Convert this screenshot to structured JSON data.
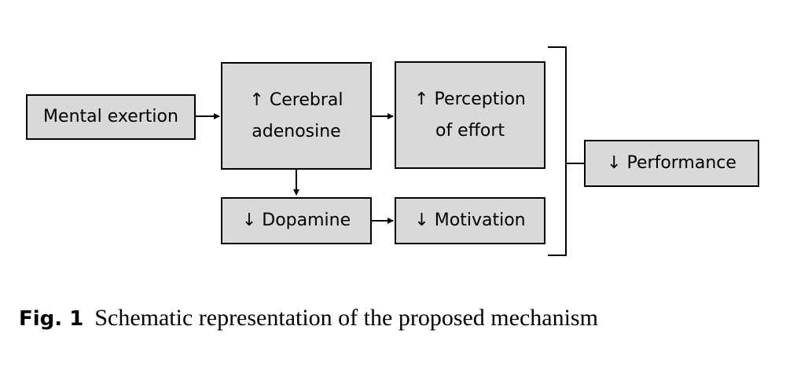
{
  "diagram": {
    "nodes": {
      "mental_exertion": "Mental exertion",
      "cerebral_adenosine_line1": "↑ Cerebral",
      "cerebral_adenosine_line2": "adenosine",
      "perception_line1": "↑ Perception",
      "perception_line2": "of effort",
      "dopamine": "↓ Dopamine",
      "motivation": "↓ Motivation",
      "performance": "↓ Performance"
    },
    "edges": [
      {
        "from": "mental_exertion",
        "to": "cerebral_adenosine"
      },
      {
        "from": "cerebral_adenosine",
        "to": "perception_of_effort"
      },
      {
        "from": "cerebral_adenosine",
        "to": "dopamine"
      },
      {
        "from": "dopamine",
        "to": "motivation"
      },
      {
        "from": "perception_of_effort",
        "to": "performance"
      },
      {
        "from": "motivation",
        "to": "performance"
      }
    ],
    "colors": {
      "box_fill": "#d9d9d9",
      "stroke": "#000000"
    }
  },
  "caption": {
    "label": "Fig. 1",
    "text": "Schematic representation of the proposed mechanism"
  }
}
